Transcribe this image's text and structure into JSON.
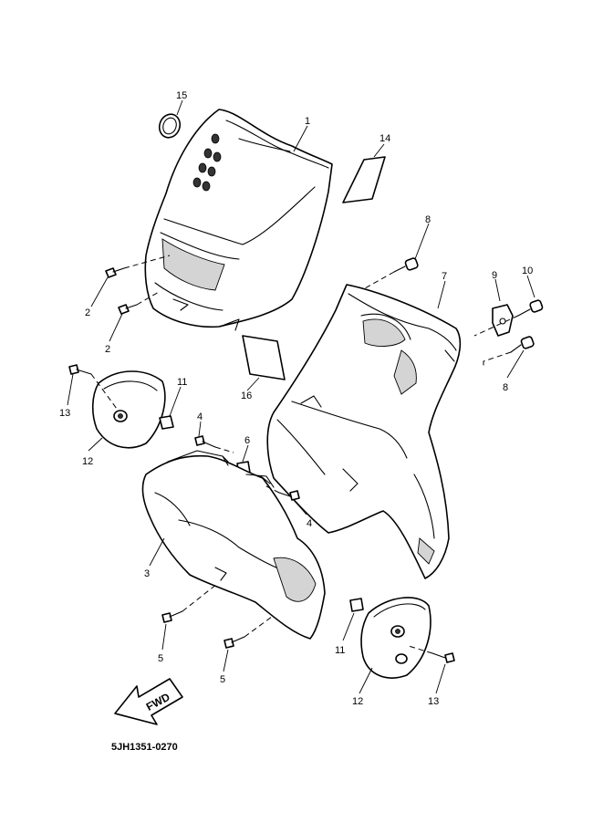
{
  "diagram": {
    "drawing_code": "5JH1351-0270",
    "direction_label": "FWD",
    "callouts": {
      "c15": "15",
      "c1": "1",
      "c14": "14",
      "c8a": "8",
      "c7": "7",
      "c9": "9",
      "c10": "10",
      "c2a": "2",
      "c2b": "2",
      "c8b": "8",
      "c16": "16",
      "c11a": "11",
      "c13a": "13",
      "c12a": "12",
      "c4a": "4",
      "c6": "6",
      "c4b": "4",
      "c3": "3",
      "c5a": "5",
      "c5b": "5",
      "c11b": "11",
      "c12b": "12",
      "c13b": "13"
    }
  }
}
